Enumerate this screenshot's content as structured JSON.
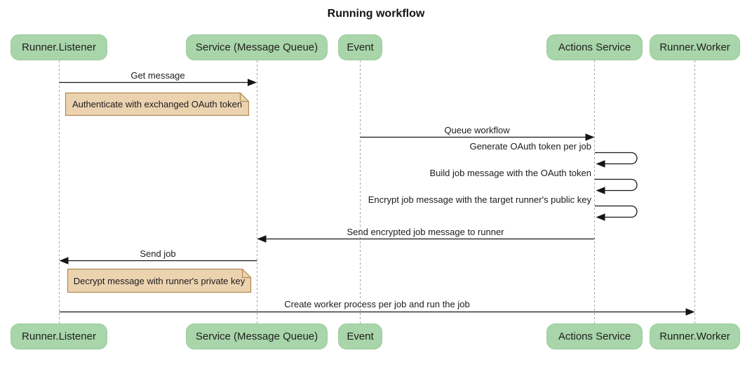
{
  "title": "Running workflow",
  "diagram_type": "sequence",
  "colors": {
    "background": "#ffffff",
    "participant_fill": "#a8d5a9",
    "participant_border": "#9ccb9e",
    "note_fill": "#ecd3b0",
    "note_border": "#ae8953",
    "lifeline": "#a6a6a6",
    "arrow": "#161616",
    "text": "#1f1f1f"
  },
  "participants": [
    {
      "id": "runner-listener",
      "label": "Runner.Listener"
    },
    {
      "id": "service-message-queue",
      "label": "Service (Message Queue)"
    },
    {
      "id": "event",
      "label": "Event"
    },
    {
      "id": "actions-service",
      "label": "Actions Service"
    },
    {
      "id": "runner-worker",
      "label": "Runner.Worker"
    }
  ],
  "messages": [
    {
      "type": "arrow",
      "from": "Runner.Listener",
      "to": "Service (Message Queue)",
      "label": "Get message"
    },
    {
      "type": "note",
      "over": "Runner.Listener",
      "label": "Authenticate with exchanged OAuth token"
    },
    {
      "type": "arrow",
      "from": "Event",
      "to": "Actions Service",
      "label": "Queue workflow"
    },
    {
      "type": "self",
      "on": "Actions Service",
      "label": "Generate OAuth token per job"
    },
    {
      "type": "self",
      "on": "Actions Service",
      "label": "Build job message with the OAuth token"
    },
    {
      "type": "self",
      "on": "Actions Service",
      "label": "Encrypt job message with the target runner's public key"
    },
    {
      "type": "arrow",
      "from": "Actions Service",
      "to": "Service (Message Queue)",
      "label": "Send encrypted job message to runner"
    },
    {
      "type": "arrow",
      "from": "Service (Message Queue)",
      "to": "Runner.Listener",
      "label": "Send job"
    },
    {
      "type": "note",
      "over": "Runner.Listener",
      "label": "Decrypt message with runner's private key"
    },
    {
      "type": "arrow",
      "from": "Runner.Listener",
      "to": "Runner.Worker",
      "label": "Create worker process per job and run the job"
    }
  ]
}
